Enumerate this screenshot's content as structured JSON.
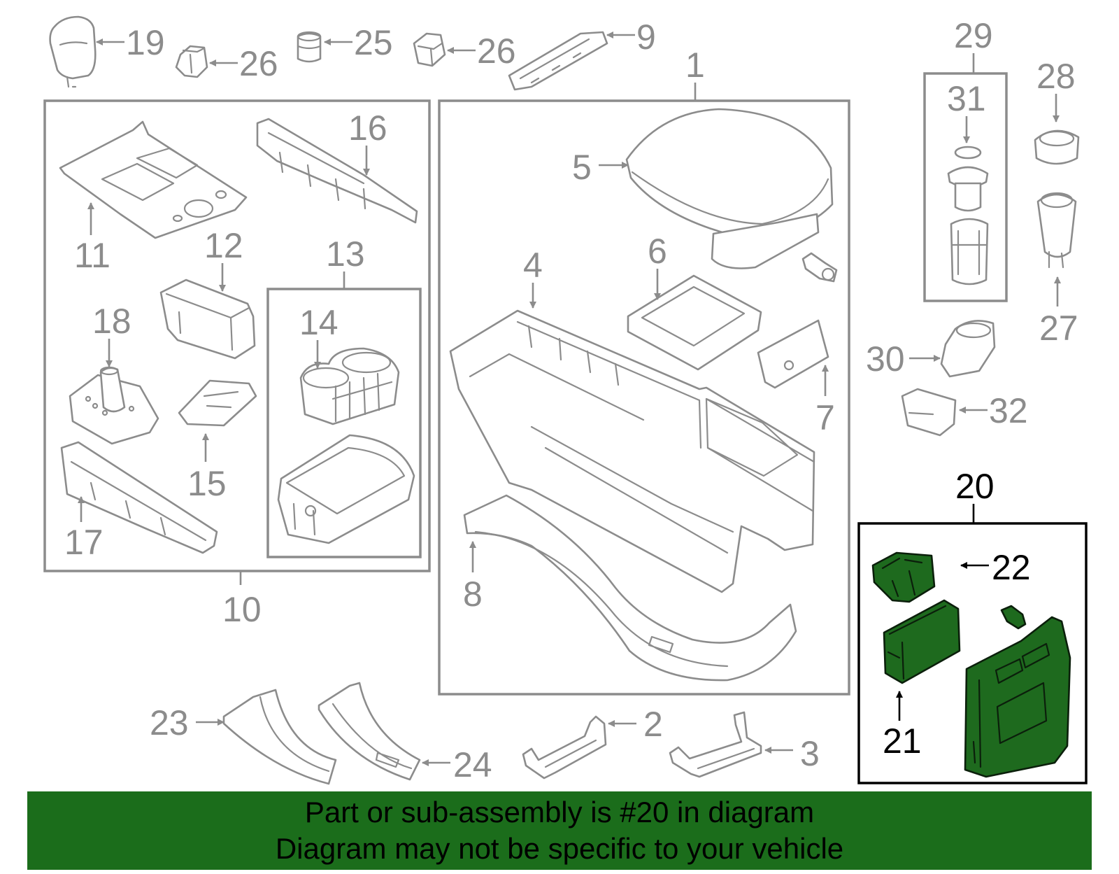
{
  "callouts": {
    "c1": "1",
    "c2": "2",
    "c3": "3",
    "c4": "4",
    "c5": "5",
    "c6": "6",
    "c7": "7",
    "c8": "8",
    "c9": "9",
    "c10": "10",
    "c11": "11",
    "c12": "12",
    "c13": "13",
    "c14": "14",
    "c15": "15",
    "c16": "16",
    "c17": "17",
    "c18": "18",
    "c19": "19",
    "c20": "20",
    "c21": "21",
    "c22": "22",
    "c23": "23",
    "c24": "24",
    "c25": "25",
    "c26a": "26",
    "c26b": "26",
    "c27": "27",
    "c28": "28",
    "c29": "29",
    "c30": "30",
    "c31": "31",
    "c32": "32"
  },
  "highlight": {
    "assembly_number": "20",
    "color": "#1e6a1e",
    "outline_color": "#0b1f0b"
  },
  "banner": {
    "line1": "Part or sub-assembly is #20 in diagram",
    "line2": "Diagram may not be specific to your vehicle",
    "background": "#1b6d1b"
  }
}
